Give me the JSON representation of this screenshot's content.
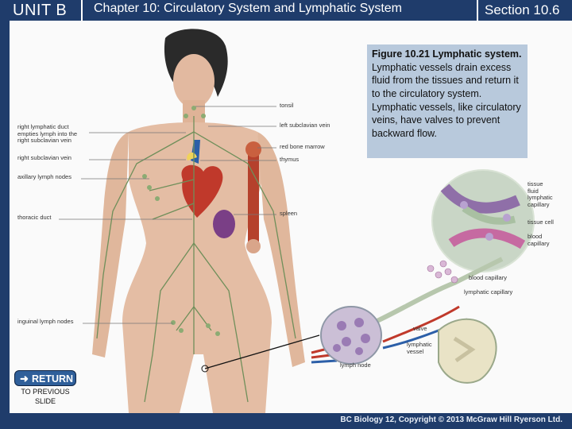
{
  "header": {
    "unit": "UNIT B",
    "chapter": "Chapter 10: Circulatory System and Lymphatic System",
    "section": "Section 10.6"
  },
  "caption": {
    "title": "Figure 10.21 Lymphatic system.",
    "text": "Lymphatic vessels drain excess fluid from the tissues and return it to the circulatory system. Lymphatic vessels, like circulatory veins, have valves to prevent backward flow."
  },
  "left_labels": [
    "right lymphatic duct empties lymph into the right subclavian vein",
    "right subclavian vein",
    "axillary lymph nodes",
    "thoracic duct",
    "inguinal lymph nodes"
  ],
  "right_labels": [
    "tonsil",
    "left subclavian vein",
    "red bone marrow",
    "thymus",
    "spleen"
  ],
  "detail_labels": {
    "top": [
      "tissue fluid",
      "lymphatic capillary",
      "tissue cell",
      "blood capillary"
    ],
    "middle": [
      "blood capillary",
      "lymphatic capillary",
      "valve",
      "lymphatic vessel"
    ],
    "node": "lymph node"
  },
  "return_button": {
    "label": "RETURN",
    "sublabel": "TO PREVIOUS SLIDE"
  },
  "footer": {
    "copyright": "BC Biology 12, Copyright © 2013 McGraw Hill Ryerson Ltd."
  },
  "colors": {
    "header_bg": "#1f3c6b",
    "caption_bg": "#b8c9dc",
    "button_bg": "#2f5f9a"
  }
}
